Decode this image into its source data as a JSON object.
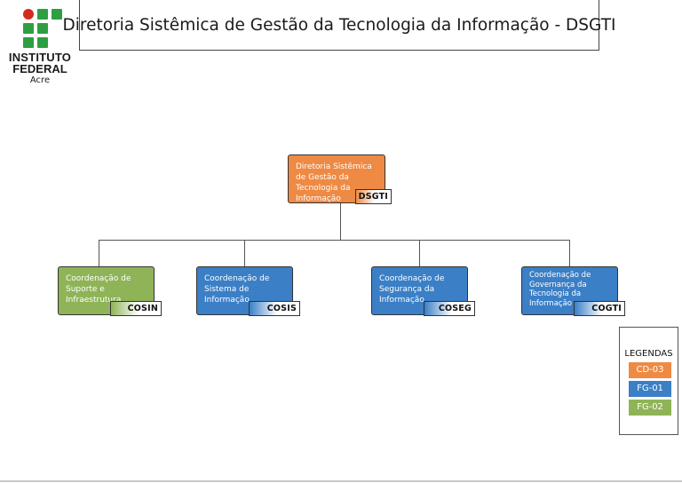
{
  "logo": {
    "line1": "INSTITUTO",
    "line2": "FEDERAL",
    "line3": "Acre",
    "colors": {
      "red": "#d52b1e",
      "green": "#2f9e41"
    }
  },
  "header": {
    "title": "Diretoria Sistêmica de Gestão da Tecnologia da Informação - DSGTI"
  },
  "chart": {
    "root": {
      "label": "Diretoria Sistêmica de Gestão da Tecnologia da Informação",
      "code": "DSGTI",
      "level": "CD-03"
    },
    "children": [
      {
        "label": "Coordenação de Suporte e Infraestrutura",
        "code": "COSIN",
        "level": "FG-02"
      },
      {
        "label": "Coordenação de Sistema de Informação",
        "code": "COSIS",
        "level": "FG-01"
      },
      {
        "label": "Coordenação de Segurança da Informação",
        "code": "COSEG",
        "level": "FG-01"
      },
      {
        "label": "Coordenação de Governança da Tecnologia da Informação",
        "code": "COGTI",
        "level": "FG-01"
      }
    ]
  },
  "legend": {
    "title": "LEGENDAS",
    "items": [
      {
        "label": "CD-03",
        "color": "#ee8a44"
      },
      {
        "label": "FG-01",
        "color": "#3b7fc6"
      },
      {
        "label": "FG-02",
        "color": "#8fb458"
      }
    ]
  }
}
